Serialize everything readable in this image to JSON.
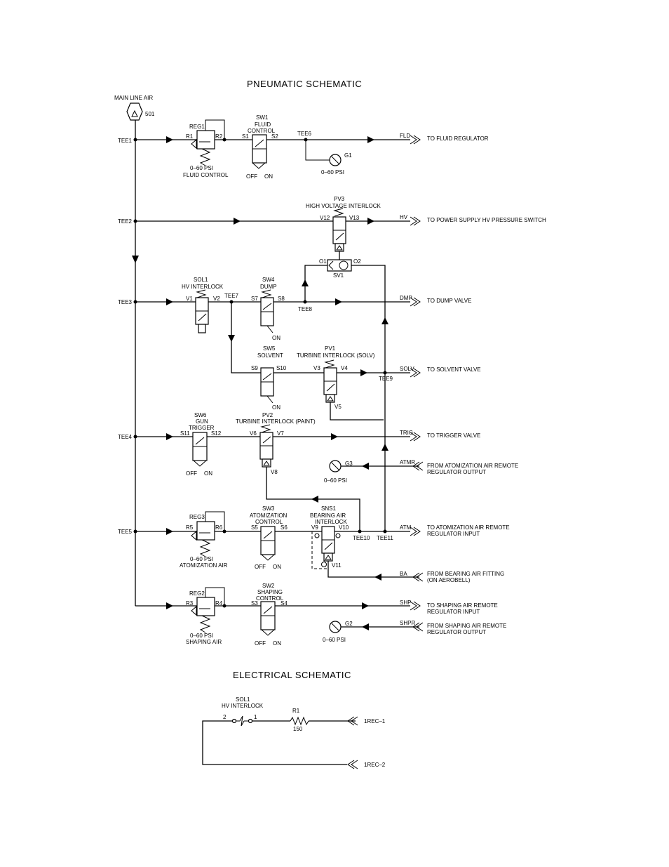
{
  "titles": {
    "pneumatic": "PNEUMATIC  SCHEMATIC",
    "electrical": "ELECTRICAL  SCHEMATIC"
  },
  "source": {
    "name": "MAIN LINE AIR",
    "id": "501"
  },
  "tees": {
    "tee1": "TEE1",
    "tee2": "TEE2",
    "tee3": "TEE3",
    "tee4": "TEE4",
    "tee5": "TEE5",
    "tee6": "TEE6",
    "tee7": "TEE7",
    "tee8": "TEE8",
    "tee9": "TEE9",
    "tee10": "TEE10",
    "tee11": "TEE11"
  },
  "reg1": {
    "name": "REG1",
    "in": "R1",
    "out": "R2",
    "range": "0–60  PSI",
    "desc": "FLUID  CONTROL"
  },
  "reg2": {
    "name": "REG2",
    "in": "R3",
    "out": "R4",
    "range": "0–60  PSI",
    "desc": "SHAPING  AIR"
  },
  "reg3": {
    "name": "REG3",
    "in": "R5",
    "out": "R6",
    "range": "0–60  PSI",
    "desc": "ATOMIZATION  AIR"
  },
  "sw1": {
    "name": "SW1",
    "l1": "FLUID",
    "l2": "CONTROL",
    "in": "S1",
    "out": "S2",
    "off": "OFF",
    "on": "ON"
  },
  "sw2": {
    "name": "SW2",
    "l1": "SHAPING",
    "l2": "CONTROL",
    "in": "S3",
    "out": "S4",
    "off": "OFF",
    "on": "ON"
  },
  "sw3": {
    "name": "SW3",
    "l1": "ATOMIZATION",
    "l2": "CONTROL",
    "in": "S5",
    "out": "S6",
    "off": "OFF",
    "on": "ON"
  },
  "sw4": {
    "name": "SW4",
    "l1": "DUMP",
    "in": "S7",
    "out": "S8",
    "on": "ON"
  },
  "sw5": {
    "name": "SW5",
    "l1": "SOLVENT",
    "in": "S9",
    "out": "S10",
    "on": "ON"
  },
  "sw6": {
    "name": "SW6",
    "l1": "GUN",
    "l2": "TRIGGER",
    "in": "S11",
    "out": "S12",
    "off": "OFF",
    "on": "ON"
  },
  "pv1": {
    "name": "PV1",
    "desc": "TURBINE  INTERLOCK  (SOLV)",
    "in": "V3",
    "out": "V4",
    "pilot": "V5"
  },
  "pv2": {
    "name": "PV2",
    "desc": "TURBINE  INTERLOCK  (PAINT)",
    "in": "V6",
    "out": "V7",
    "pilot": "V8"
  },
  "pv3": {
    "name": "PV3",
    "desc": "HIGH  VOLTAGE  INTERLOCK",
    "in": "V12",
    "out": "V13"
  },
  "sol1": {
    "name": "SOL1",
    "desc": "HV  INTERLOCK",
    "in": "V1",
    "out": "V2"
  },
  "sns1": {
    "name": "SNS1",
    "l1": "BEARING  AIR",
    "l2": "INTERLOCK",
    "in": "V9",
    "out": "V10",
    "pilot": "V11"
  },
  "sv1": {
    "name": "SV1",
    "p1": "O1",
    "p2": "O2"
  },
  "gauges": {
    "g1": {
      "name": "G1",
      "range": "0–60  PSI"
    },
    "g2": {
      "name": "G2",
      "range": "0–60  PSI"
    },
    "g3": {
      "name": "G3",
      "range": "0–60  PSI"
    }
  },
  "ports": {
    "fld": {
      "tag": "FLD",
      "l1": "TO  FLUID  REGULATOR"
    },
    "hv": {
      "tag": "HV",
      "l1": "TO  POWER  SUPPLY  HV  PRESSURE  SWITCH"
    },
    "dmp": {
      "tag": "DMP",
      "l1": "TO  DUMP  VALVE"
    },
    "solv": {
      "tag": "SOLV",
      "l1": "TO  SOLVENT  VALVE"
    },
    "trig": {
      "tag": "TRIG",
      "l1": "TO  TRIGGER  VALVE"
    },
    "atmr": {
      "tag": "ATMR",
      "l1": "FROM  ATOMIZATION  AIR  REMOTE",
      "l2": "REGULATOR  OUTPUT"
    },
    "atm": {
      "tag": "ATM",
      "l1": "TO  ATOMIZATION  AIR  REMOTE",
      "l2": "REGULATOR  INPUT"
    },
    "ba": {
      "tag": "BA",
      "l1": "FROM  BEARING  AIR  FITTING",
      "l2": "(ON  AEROBELL)"
    },
    "shp": {
      "tag": "SHP",
      "l1": "TO  SHAPING  AIR  REMOTE",
      "l2": "REGULATOR  INPUT"
    },
    "shpr": {
      "tag": "SHPR",
      "l1": "FROM  SHAPING  AIR  REMOTE",
      "l2": "REGULATOR  OUTPUT"
    }
  },
  "electrical": {
    "sol_name": "SOL1",
    "sol_desc": "HV  INTERLOCK",
    "pin2": "2",
    "pin1": "1",
    "resistor": "R1",
    "ohms": "150",
    "rec1": "1REC–1",
    "rec2": "1REC–2"
  }
}
